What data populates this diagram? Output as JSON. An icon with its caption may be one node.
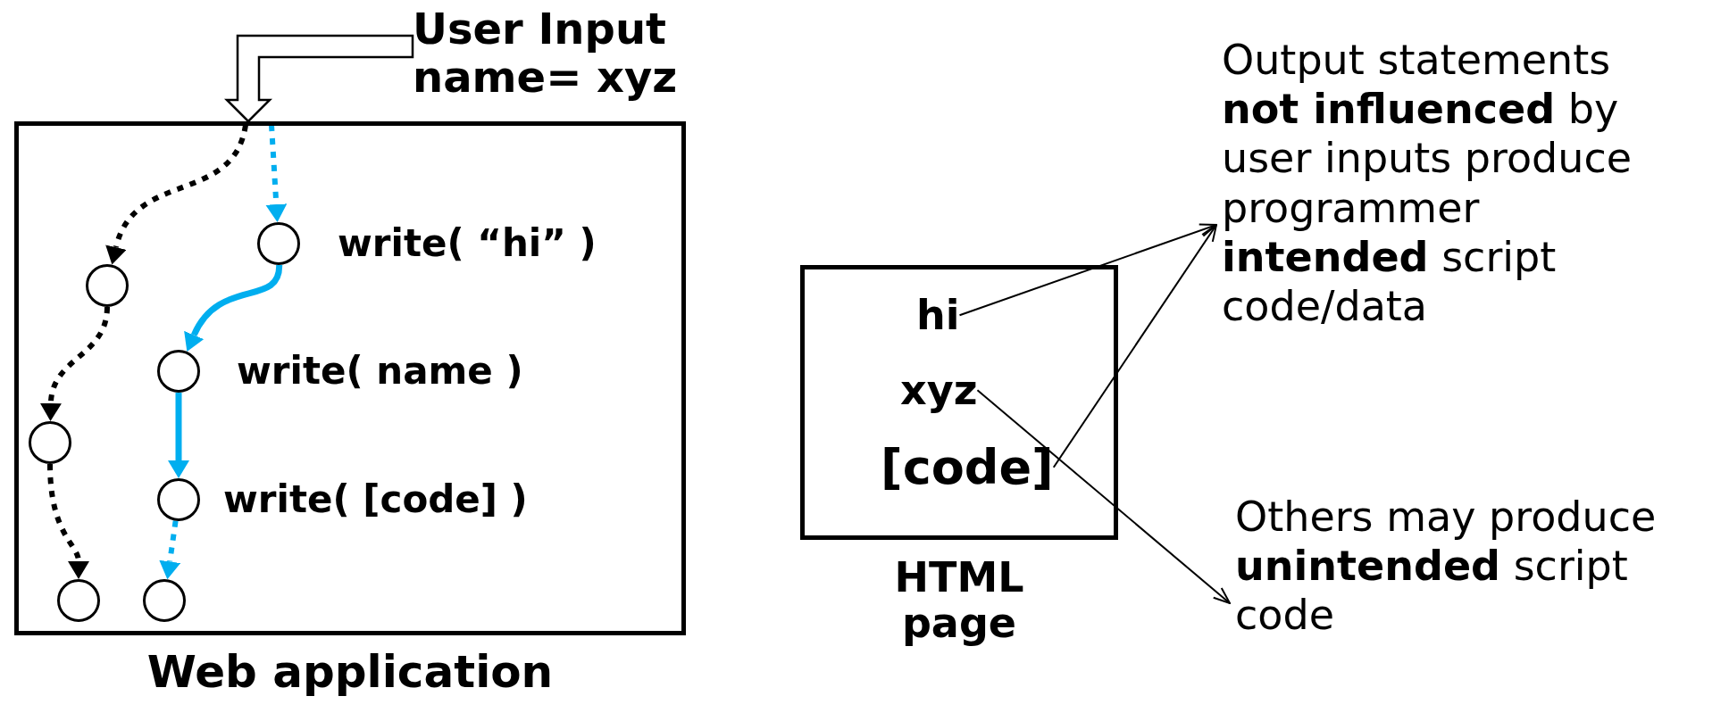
{
  "diagram": {
    "nodes": [
      {
        "text": [
          "Web application"
        ]
      },
      {
        "text": [
          "User Input name= xyz"
        ]
      },
      {
        "text": [],
        "shape": "circle",
        "in": 0,
        "beside": [
          "write( “hi” )"
        ]
      },
      {
        "text": [],
        "shape": "circle",
        "in": 0
      },
      {
        "text": [],
        "shape": "circle",
        "in": 0,
        "beside": [
          "write( name )"
        ]
      },
      {
        "text": [],
        "shape": "circle",
        "in": 0
      },
      {
        "text": [],
        "shape": "circle",
        "in": 0,
        "beside": [
          "write( [code] )"
        ]
      },
      {
        "text": [],
        "shape": "circle",
        "in": 0
      },
      {
        "text": [],
        "shape": "circle",
        "in": 0
      },
      {
        "text": [
          "HTML page"
        ]
      },
      {
        "text": [
          "hi"
        ],
        "in": 9
      },
      {
        "text": [
          "xyz"
        ],
        "in": 9
      },
      {
        "text": [
          "[code]"
        ],
        "in": 9
      },
      {
        "text": [
          "Output statements **not influenced** by user inputs produce programmer **intended** script code/data"
        ]
      },
      {
        "text": [
          "Others may produce **unintended** script code"
        ]
      }
    ],
    "edges": [
      {
        "from": 1,
        "to": 0,
        "arrow": "to"
      },
      {
        "from": null,
        "to": 3,
        "arrow": "to",
        "style": "dashed"
      },
      {
        "from": null,
        "to": 2,
        "arrow": "to",
        "style": "dashed",
        "color": "#00aeef"
      },
      {
        "from": 3,
        "to": 5,
        "arrow": "to",
        "style": "dashed"
      },
      {
        "from": 5,
        "to": 7,
        "arrow": "to",
        "style": "dashed"
      },
      {
        "from": 2,
        "to": 4,
        "arrow": "to",
        "color": "#00aeef"
      },
      {
        "from": 4,
        "to": 6,
        "arrow": "to",
        "color": "#00aeef"
      },
      {
        "from": 6,
        "to": 8,
        "arrow": "to",
        "style": "dashed",
        "color": "#00aeef"
      },
      {
        "from": 10,
        "to": 13,
        "arrow": "to"
      },
      {
        "from": 12,
        "to": 13,
        "arrow": "to"
      },
      {
        "from": 11,
        "to": 14,
        "arrow": "to"
      }
    ]
  }
}
